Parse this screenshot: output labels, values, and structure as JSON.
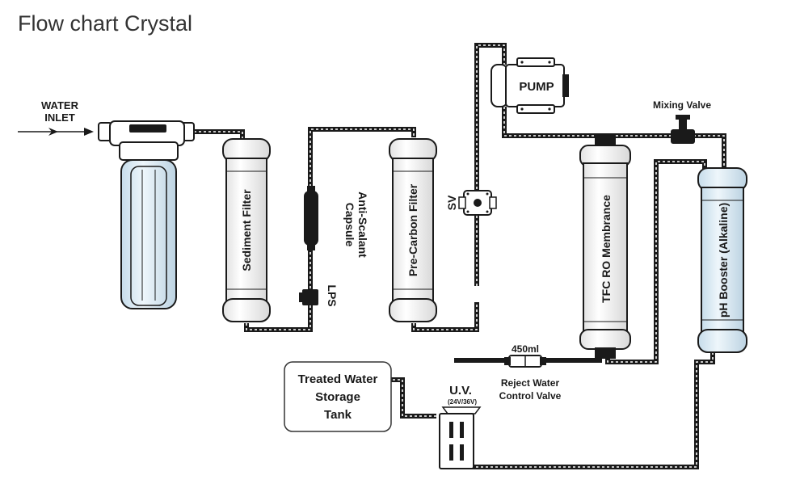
{
  "title": "Flow chart Crystal",
  "labels": {
    "water_inlet_1": "WATER",
    "water_inlet_2": "INLET",
    "sediment": "Sediment Filter",
    "antiscalant_1": "Anti-Scalant",
    "antiscalant_2": "Capsule",
    "lps": "LPS",
    "precarbon": "Pre-Carbon Filter",
    "sv": "SV",
    "pump": "PUMP",
    "mixing": "Mixing Valve",
    "membrane": "TFC RO Membrance",
    "ph": "pH Booster (Alkaline)",
    "ml": "450ml",
    "reject_1": "Reject Water",
    "reject_2": "Control Valve",
    "tank_1": "Treated Water",
    "tank_2": "Storage",
    "tank_3": "Tank",
    "uv": "U.V.",
    "uv_volt": "(24V/36V)"
  },
  "colors": {
    "pipe": "#1a1a1a",
    "housing_blue": "#d6e9f3",
    "filter_fill": "#f7f7f7"
  }
}
